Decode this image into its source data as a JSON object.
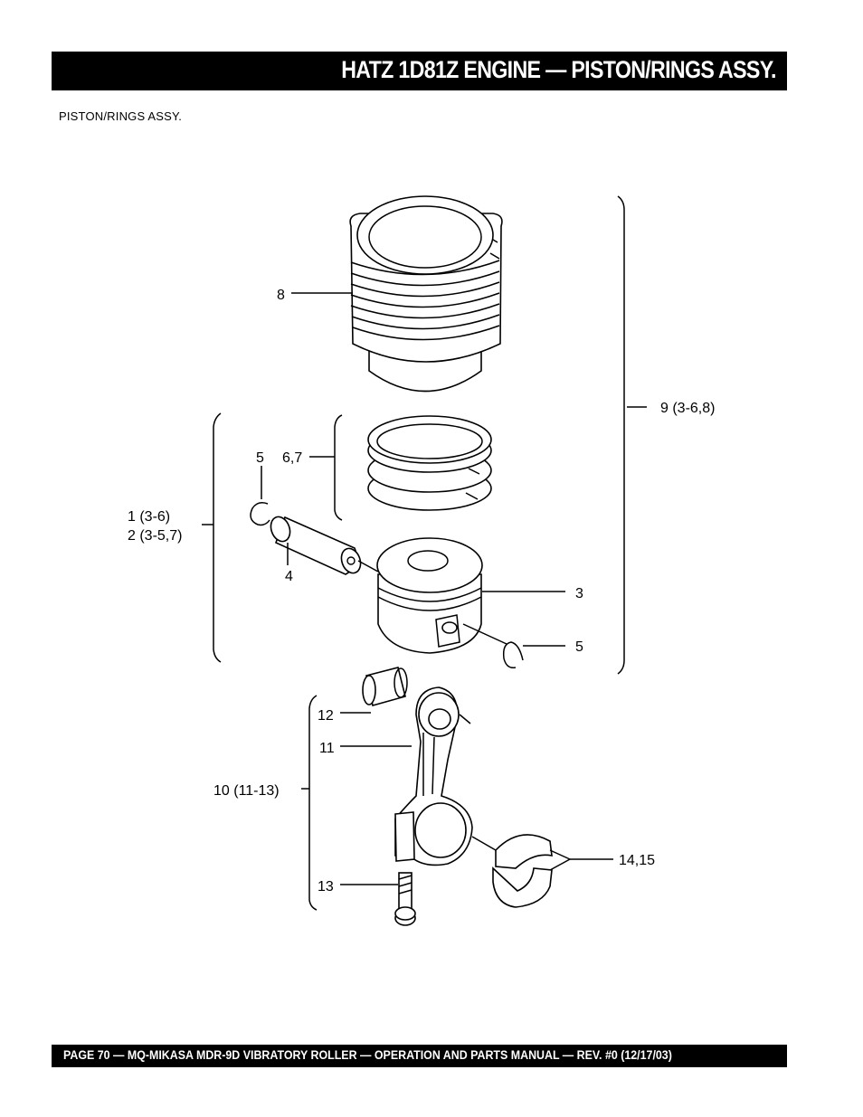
{
  "header": {
    "title": "HATZ 1D81Z ENGINE — PISTON/RINGS ASSY."
  },
  "section": {
    "subtitle": "PISTON/RINGS  ASSY."
  },
  "diagram": {
    "labels": {
      "cylinder": "8",
      "cylinder_assy": "9 (3-6,8)",
      "snap_ring_left": "5",
      "rings": "6,7",
      "piston_assy_1": "1 (3-6)",
      "piston_assy_2": "2 (3-5,7)",
      "piston_pin": "4",
      "piston": "3",
      "snap_ring_right": "5",
      "bushing": "12",
      "connecting_rod": "11",
      "rod_assy": "10 (11-13)",
      "bolt": "13",
      "bearings": "14,15"
    }
  },
  "footer": {
    "text": "PAGE 70 — MQ-MIKASA MDR-9D VIBRATORY ROLLER —  OPERATION AND PARTS MANUAL — REV. #0 (12/17/03)"
  }
}
